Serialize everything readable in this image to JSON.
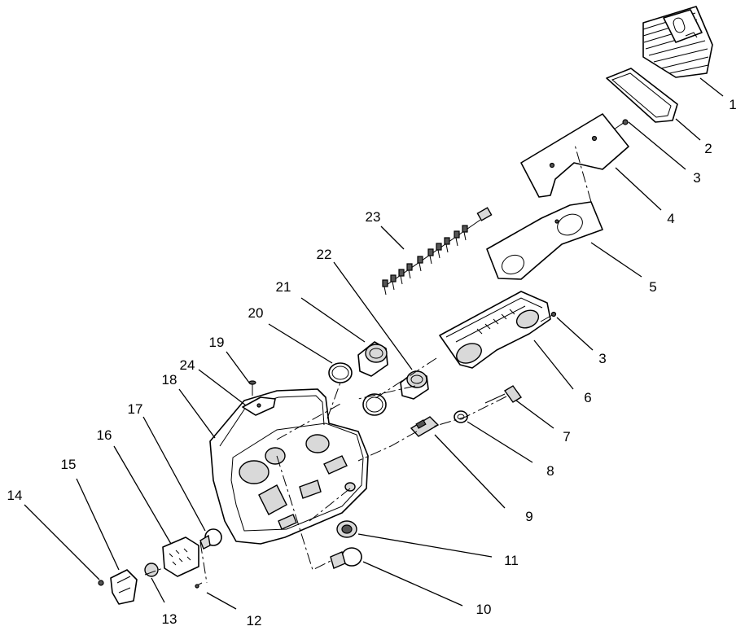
{
  "callouts": [
    {
      "id": "c1",
      "text": "1"
    },
    {
      "id": "c2",
      "text": "2"
    },
    {
      "id": "c3a",
      "text": "3"
    },
    {
      "id": "c4",
      "text": "4"
    },
    {
      "id": "c5",
      "text": "5"
    },
    {
      "id": "c3b",
      "text": "3"
    },
    {
      "id": "c6",
      "text": "6"
    },
    {
      "id": "c7",
      "text": "7"
    },
    {
      "id": "c8",
      "text": "8"
    },
    {
      "id": "c9",
      "text": "9"
    },
    {
      "id": "c11",
      "text": "11"
    },
    {
      "id": "c10",
      "text": "10"
    },
    {
      "id": "c12",
      "text": "12"
    },
    {
      "id": "c13",
      "text": "13"
    },
    {
      "id": "c14",
      "text": "14"
    },
    {
      "id": "c15",
      "text": "15"
    },
    {
      "id": "c16",
      "text": "16"
    },
    {
      "id": "c17",
      "text": "17"
    },
    {
      "id": "c18",
      "text": "18"
    },
    {
      "id": "c24",
      "text": "24"
    },
    {
      "id": "c19",
      "text": "19"
    },
    {
      "id": "c20",
      "text": "20"
    },
    {
      "id": "c21",
      "text": "21"
    },
    {
      "id": "c22",
      "text": "22"
    },
    {
      "id": "c23",
      "text": "23"
    }
  ]
}
